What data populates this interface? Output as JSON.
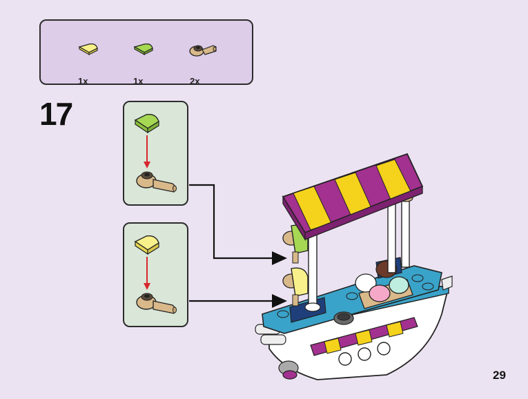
{
  "step": {
    "number": "17"
  },
  "page": {
    "number": "29"
  },
  "parts_list": [
    {
      "icon": "yellow-quarter-tile-icon",
      "color": "#f8f08a",
      "qty": "1x"
    },
    {
      "icon": "green-quarter-tile-icon",
      "color": "#a6d854",
      "qty": "1x"
    },
    {
      "icon": "tan-clip-bar-icon",
      "color": "#d9b98a",
      "qty": "2x"
    }
  ],
  "colors": {
    "background": "#ece3f2",
    "parts_panel": "#ddcde9",
    "subassembly_panel": "#d9e6d8",
    "arrow": "#d9262c",
    "awning_purple": "#a3318f",
    "awning_yellow": "#f5d21b",
    "base_blue": "#3aa3c9",
    "tan": "#d9b98a"
  },
  "subassemblies": [
    {
      "tile_icon": "green-quarter-tile-icon",
      "clip_icon": "tan-clip-bar-icon"
    },
    {
      "tile_icon": "yellow-quarter-tile-icon",
      "clip_icon": "tan-clip-bar-icon"
    }
  ]
}
